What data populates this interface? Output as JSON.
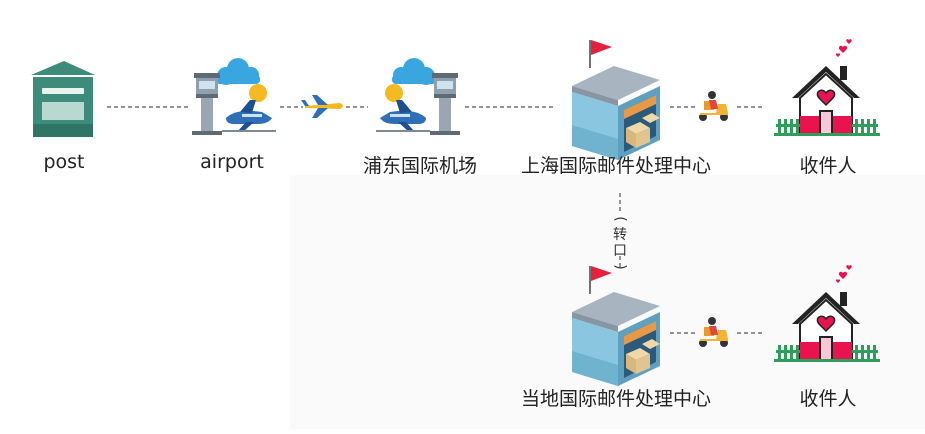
{
  "nodes": {
    "post": "post",
    "airport": "airport",
    "pudong": "浦东国际机场",
    "shanghai_center": "上海国际邮件处理中心",
    "recipient_top": "收件人",
    "local_center": "当地国际邮件处理中心",
    "recipient_bottom": "收件人"
  },
  "transfer": {
    "open": "(",
    "line1": "转",
    "line2": "口",
    "close": ")"
  },
  "colors": {
    "mailbox": "#3d8c7b",
    "tower": "#7d8a96",
    "cloud": "#3aa6e0",
    "sun": "#f5b921",
    "plane": "#2f6fb8",
    "warehouse_wall": "#8ac6df",
    "warehouse_roof": "#a8b4bf",
    "warehouse_door": "#2b5a7a",
    "flag": "#e5213d",
    "box": "#e2c58e",
    "scooter": "#f2b533",
    "house_roof": "#232323",
    "house_wall": "#ffffff",
    "house_base": "#e9144f",
    "heart": "#e9144f",
    "fence": "#2e9f5a",
    "connector": "#555555"
  }
}
